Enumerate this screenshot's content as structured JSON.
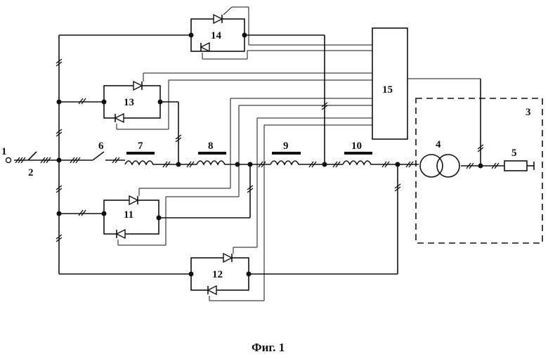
{
  "figure": {
    "caption": "Фиг. 1"
  },
  "labels": {
    "terminal": "1",
    "switch_main": "2",
    "load_region": "3",
    "transformer": "4",
    "load": "5",
    "switch_6": "6",
    "reactor_7": "7",
    "reactor_8": "8",
    "reactor_9": "9",
    "reactor_10": "10",
    "thyristor_11": "11",
    "thyristor_12": "12",
    "thyristor_13": "13",
    "thyristor_14": "14",
    "control_unit": "15"
  }
}
